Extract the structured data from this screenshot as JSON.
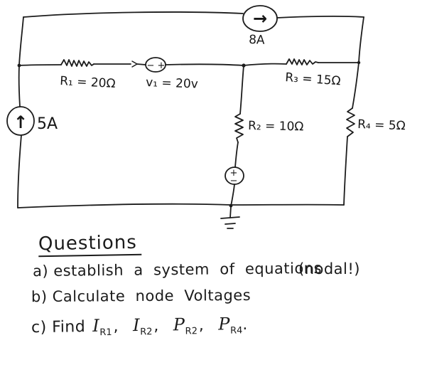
{
  "page": {
    "paper_color": "#ffffff",
    "ink_color": "#1c1c1c"
  },
  "circuit": {
    "labels": {
      "i_top": "8A",
      "i_left": "5A",
      "v1": "v₁ = 20v",
      "r1": "R₁ = 20Ω",
      "r2": "R₂ = 10Ω",
      "r3": "R₃ = 15Ω",
      "r4": "R₄ = 5Ω"
    },
    "marks": {
      "arrow_right": "→",
      "arrow_up": "↑",
      "v1_minus": "−",
      "v1_plus": "+",
      "vb_plus": "+",
      "vb_minus": "−"
    }
  },
  "questions": {
    "title": "Questions",
    "a_text": "a) establish  a  system  of  equations",
    "a_note": "(nodal!)",
    "b_text": "b) Calculate  node  Voltages",
    "c_prefix": "c) Find",
    "c_items": [
      {
        "main": "I",
        "sub": "R1"
      },
      {
        "main": "I",
        "sub": "R2"
      },
      {
        "main": "P",
        "sub": "R2"
      },
      {
        "main": "P",
        "sub": "R4"
      }
    ],
    "comma": ",",
    "period": "."
  }
}
